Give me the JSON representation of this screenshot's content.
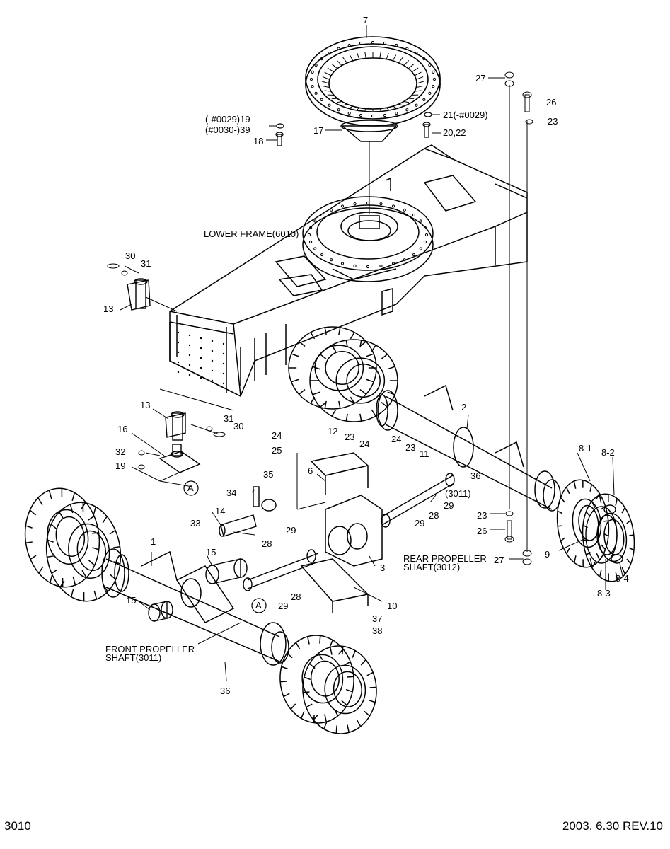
{
  "labels": {
    "ring": "7",
    "bolt27_top": "27",
    "bolt26_top": "26",
    "washer23_top": "23",
    "washer21": "21(-#0029)",
    "bolt2022": "20,22",
    "part19": "(-#0029)19",
    "part39": "(#0030-)39",
    "part17": "17",
    "part18": "18",
    "lower_frame": "LOWER FRAME(6010)",
    "part30_top": "30",
    "part31_top": "31",
    "part13_top": "13",
    "part13_mid": "13",
    "part31_mid": "31",
    "part30_mid": "30",
    "part16": "16",
    "part32": "32",
    "part19_mid": "19",
    "ref_a1": "A",
    "part24_a": "24",
    "part25": "25",
    "part12": "12",
    "part23_a": "23",
    "part24_b": "24",
    "part24_c": "24",
    "part23_b": "23",
    "part11": "11",
    "part6": "6",
    "part2": "2",
    "part36_rear": "36",
    "part3011_ref": "(3011)",
    "part29_a": "29",
    "part28_a": "28",
    "part29_b": "29",
    "part35": "35",
    "part34": "34",
    "part14": "14",
    "part33": "33",
    "part29_c": "29",
    "part28_b": "28",
    "part15_a": "15",
    "part1": "1",
    "part15_b": "15",
    "part3": "3",
    "rear_prop_1": "REAR PROPELLER",
    "rear_prop_2": "SHAFT(3012)",
    "part28_c": "28",
    "part29_d": "29",
    "ref_a2": "A",
    "part10": "10",
    "part37": "37",
    "part38": "38",
    "front_prop_1": "FRONT PROPELLER",
    "front_prop_2": "SHAFT(3011)",
    "part36_front": "36",
    "part8_1": "8-1",
    "part8_2": "8-2",
    "part9": "9",
    "part8_3": "8-3",
    "part8_4": "8-4",
    "part23_c": "23",
    "part26_b": "26",
    "part27_b": "27"
  },
  "footer": {
    "page_number": "3010",
    "revision": "2003. 6.30  REV.10"
  }
}
